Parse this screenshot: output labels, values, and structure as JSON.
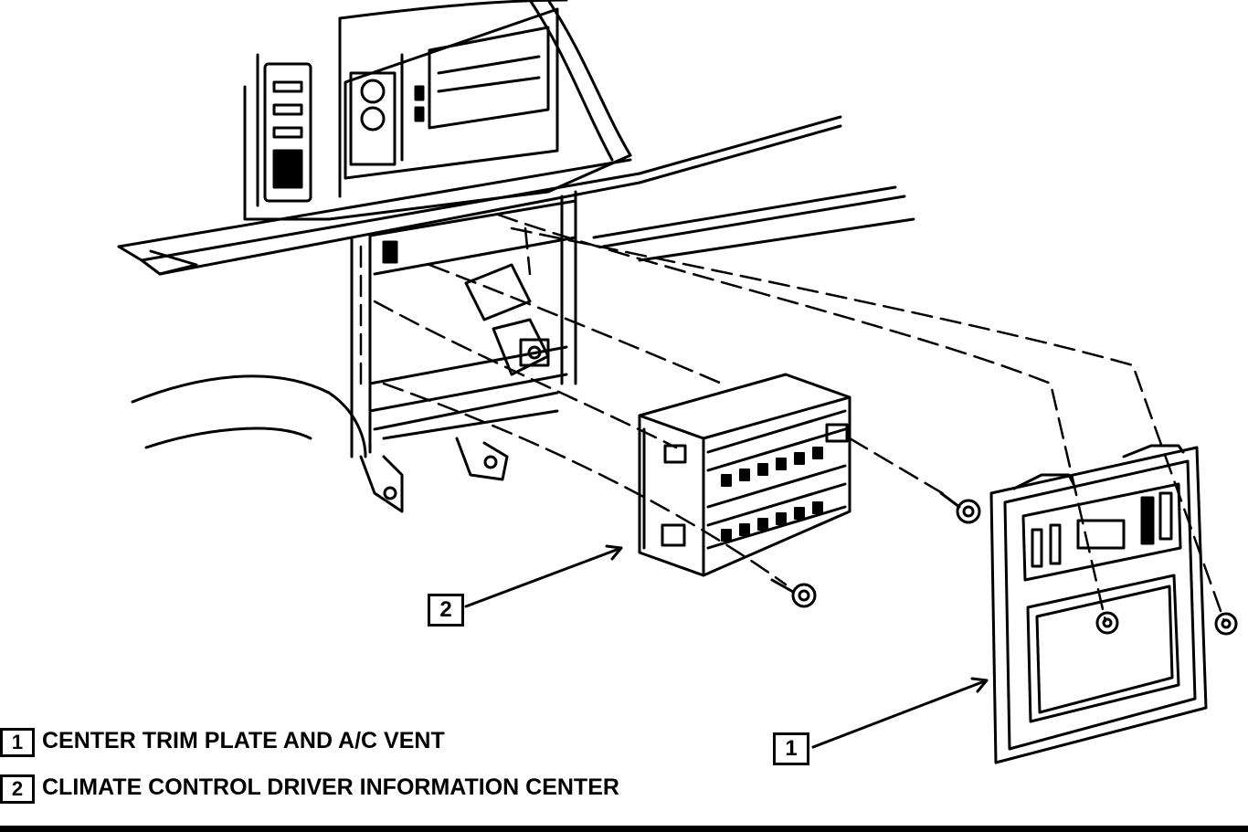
{
  "callouts": [
    {
      "number": "1",
      "label": "CENTER TRIM PLATE AND A/C VENT"
    },
    {
      "number": "2",
      "label": "CLIMATE CONTROL DRIVER INFORMATION CENTER"
    }
  ],
  "colors": {
    "ink": "#000000",
    "paper": "#ffffff"
  }
}
